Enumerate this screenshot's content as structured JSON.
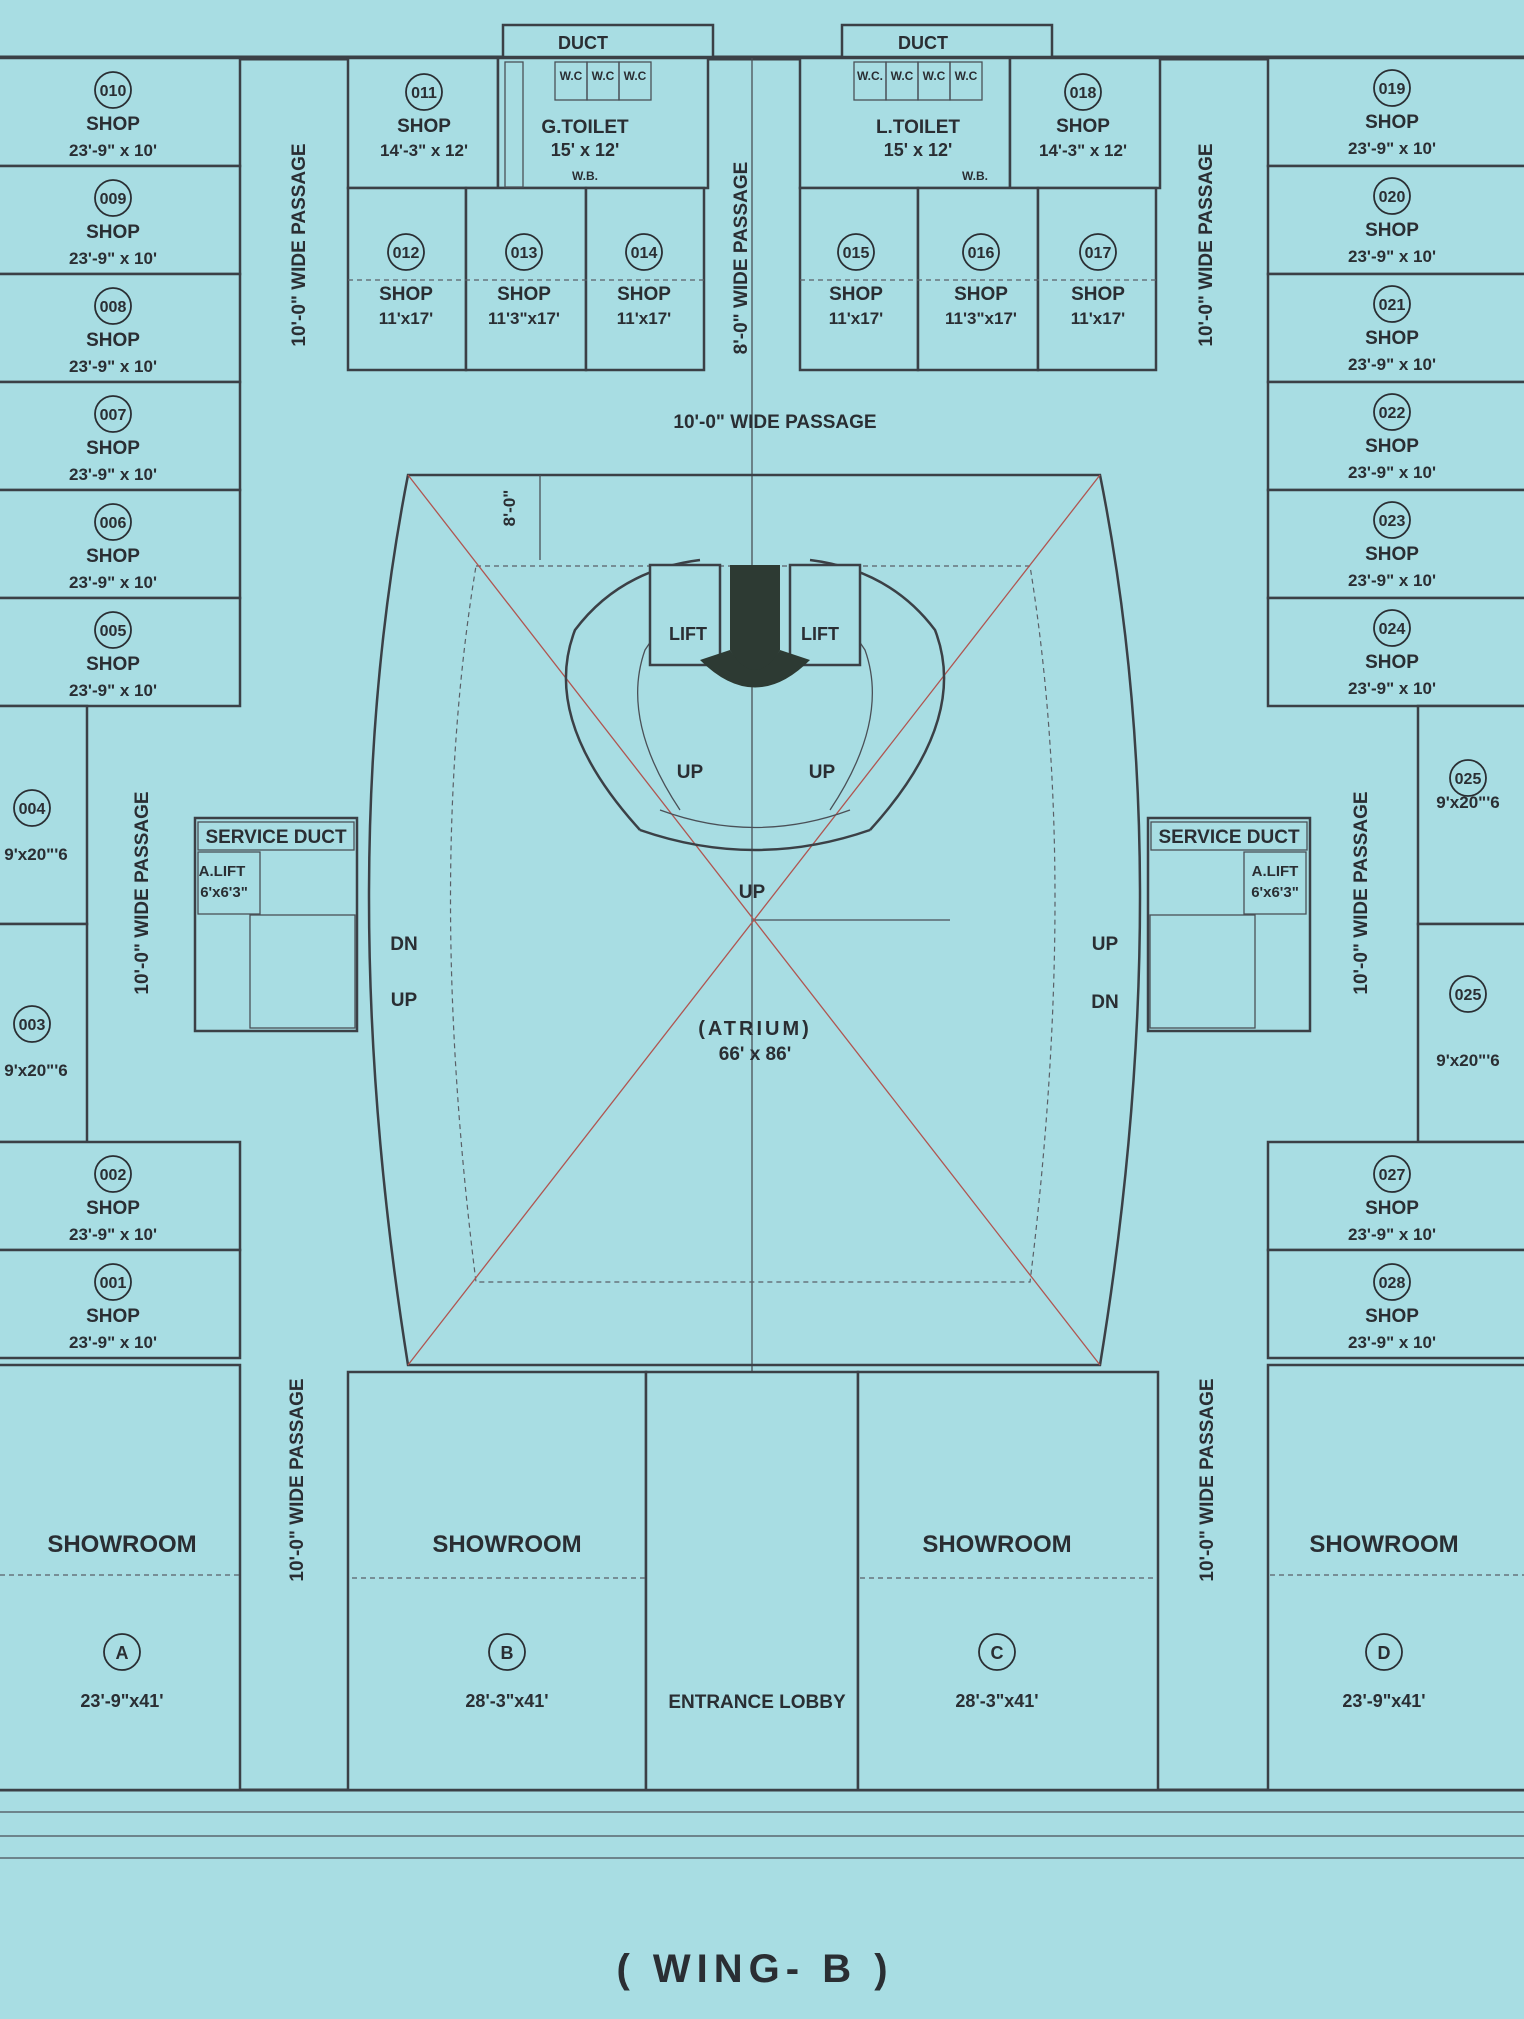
{
  "plan": {
    "title": "( WING- B )",
    "ducts": [
      "DUCT",
      "DUCT"
    ],
    "wc_labels": [
      "W.C",
      "W.C",
      "W.C",
      "W.C.",
      "W.C",
      "W.C",
      "W.C"
    ],
    "wb_labels": [
      "W.B.",
      "W.B."
    ],
    "g_toilet": {
      "name": "G.TOILET",
      "size": "15' x 12'"
    },
    "l_toilet": {
      "name": "L.TOILET",
      "size": "15' x 12'"
    },
    "atrium": {
      "name": "(ATRIUM)",
      "size": "66' x 86'"
    },
    "entrance": "ENTRANCE LOBBY",
    "service_duct": "SERVICE DUCT",
    "a_lift": {
      "name": "A.LIFT",
      "size": "6'x6'3\""
    },
    "lift": "LIFT",
    "stair_labels": {
      "up": "UP",
      "dn": "DN"
    },
    "passages": {
      "wide10": "10'-0\" WIDE PASSAGE",
      "wide8": "8'-0\" WIDE PASSAGE",
      "offset": "8'-0\""
    },
    "shop_word": "SHOP",
    "showroom_word": "SHOWROOM",
    "shops_left": [
      {
        "no": "010",
        "size": "23'-9\" x 10'"
      },
      {
        "no": "009",
        "size": "23'-9\" x 10'"
      },
      {
        "no": "008",
        "size": "23'-9\" x 10'"
      },
      {
        "no": "007",
        "size": "23'-9\" x 10'"
      },
      {
        "no": "006",
        "size": "23'-9\" x 10'"
      },
      {
        "no": "005",
        "size": "23'-9\" x 10'"
      }
    ],
    "shops_left_small": [
      {
        "no": "004",
        "size": "9'x20\"'6"
      },
      {
        "no": "003",
        "size": "9'x20\"'6"
      }
    ],
    "shops_left_bottom": [
      {
        "no": "002",
        "size": "23'-9\" x 10'"
      },
      {
        "no": "001",
        "size": "23'-9\" x 10'"
      }
    ],
    "shops_right": [
      {
        "no": "019",
        "size": "23'-9\" x 10'"
      },
      {
        "no": "020",
        "size": "23'-9\" x 10'"
      },
      {
        "no": "021",
        "size": "23'-9\" x 10'"
      },
      {
        "no": "022",
        "size": "23'-9\" x 10'"
      },
      {
        "no": "023",
        "size": "23'-9\" x 10'"
      },
      {
        "no": "024",
        "size": "23'-9\" x 10'"
      }
    ],
    "shops_right_small": [
      {
        "no": "025",
        "size": "9'x20\"'6"
      },
      {
        "no": "025",
        "size": "9'x20\"'6"
      }
    ],
    "shops_right_bottom": [
      {
        "no": "027",
        "size": "23'-9\" x 10'"
      },
      {
        "no": "028",
        "size": "23'-9\" x 10'"
      }
    ],
    "shops_top": [
      {
        "no": "011",
        "size": "14'-3\" x 12'"
      },
      {
        "no": "018",
        "size": "14'-3\" x 12'"
      },
      {
        "no": "012",
        "size": "11'x17'"
      },
      {
        "no": "013",
        "size": "11'3\"x17'"
      },
      {
        "no": "014",
        "size": "11'x17'"
      },
      {
        "no": "015",
        "size": "11'x17'"
      },
      {
        "no": "016",
        "size": "11'3\"x17'"
      },
      {
        "no": "017",
        "size": "11'x17'"
      }
    ],
    "showrooms": [
      {
        "id": "A",
        "size": "23'-9\"x41'"
      },
      {
        "id": "B",
        "size": "28'-3\"x41'"
      },
      {
        "id": "C",
        "size": "28'-3\"x41'"
      },
      {
        "id": "D",
        "size": "23'-9\"x41'"
      }
    ]
  }
}
